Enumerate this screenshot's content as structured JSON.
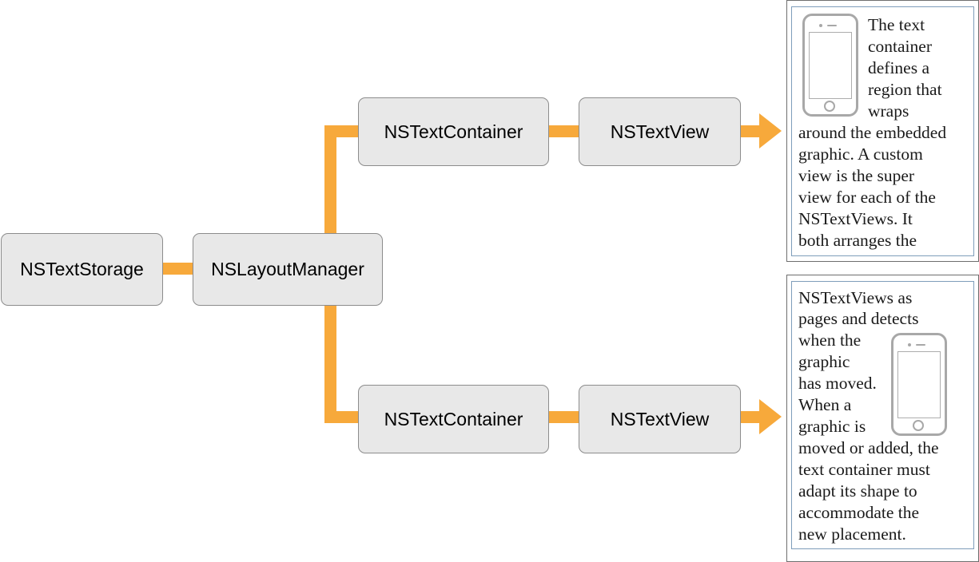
{
  "nodes": {
    "text_storage": "NSTextStorage",
    "layout_manager": "NSLayoutManager",
    "text_container_top": "NSTextContainer",
    "text_view_top": "NSTextView",
    "text_container_bottom": "NSTextContainer",
    "text_view_bottom": "NSTextView"
  },
  "page_top": {
    "lines": [
      "The text",
      "container",
      "defines a",
      "region that",
      "wraps",
      "around the embedded",
      "graphic. A custom",
      "view is the super",
      "view for each of the",
      "NSTextViews. It",
      "both arranges the"
    ]
  },
  "page_bottom": {
    "lines": [
      "NSTextViews as",
      "pages and detects",
      "when the",
      "graphic",
      "has moved.",
      "When a",
      "graphic is",
      "moved or added, the",
      "text container must",
      "adapt its shape to",
      "accommodate the",
      "new placement."
    ]
  },
  "colors": {
    "connector": "#F7A93B",
    "node_fill": "#E8E8E8",
    "node_border": "#8C8C8C",
    "page_inner_border": "#7E9DBA"
  },
  "icons": [
    "phone-icon"
  ]
}
